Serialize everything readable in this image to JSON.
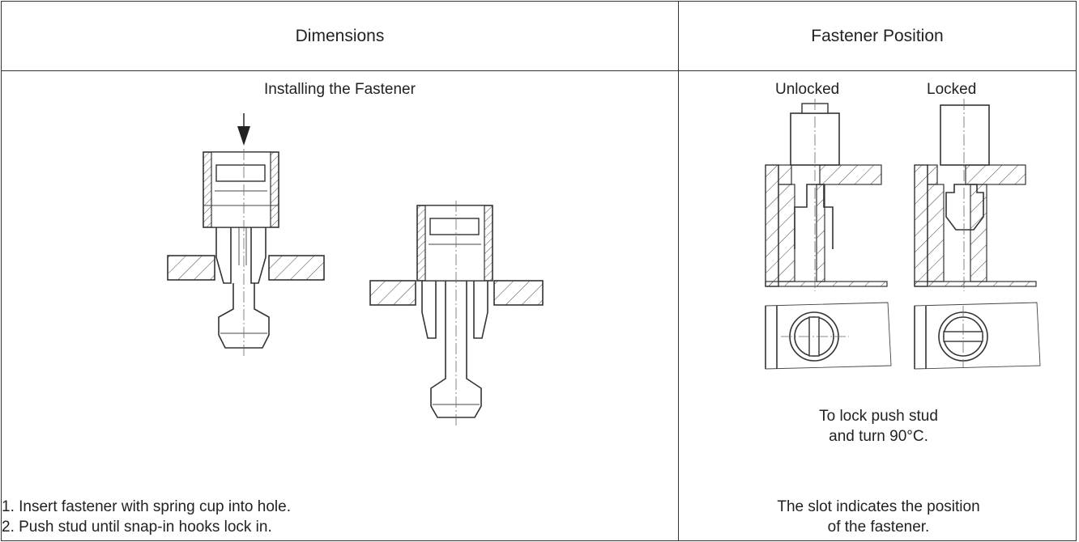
{
  "headers": {
    "dimensions": "Dimensions",
    "fastener_position": "Fastener Position"
  },
  "left": {
    "subtitle": "Installing the Fastener",
    "steps": [
      "1. Insert fastener with spring cup into hole.",
      "2. Push stud until snap-in hooks lock in."
    ]
  },
  "right": {
    "unlocked": "Unlocked",
    "locked": "Locked",
    "lock_note_line1": "To lock push stud",
    "lock_note_line2": "and turn 90°C.",
    "slot_note_line1": "The slot indicates the position",
    "slot_note_line2": "of the fastener."
  }
}
